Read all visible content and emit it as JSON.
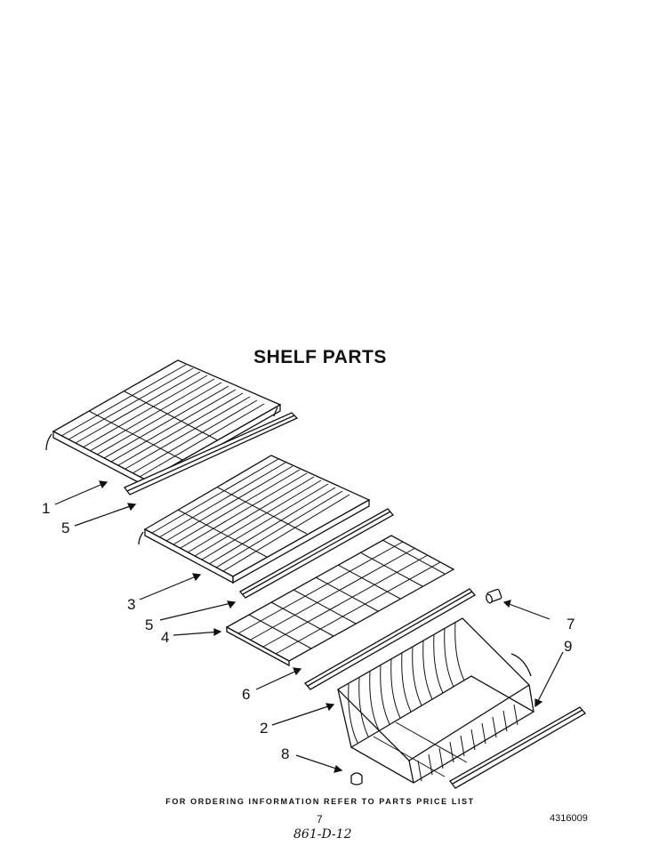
{
  "title": "SHELF PARTS",
  "callouts": [
    {
      "id": "c1a",
      "number": "1"
    },
    {
      "id": "c5a",
      "number": "5"
    },
    {
      "id": "c3",
      "number": "3"
    },
    {
      "id": "c5b",
      "number": "5"
    },
    {
      "id": "c4",
      "number": "4"
    },
    {
      "id": "c6",
      "number": "6"
    },
    {
      "id": "c2",
      "number": "2"
    },
    {
      "id": "c7",
      "number": "7"
    },
    {
      "id": "c9",
      "number": "9"
    },
    {
      "id": "c8",
      "number": "8"
    }
  ],
  "footer": {
    "ordering_note": "FOR ORDERING INFORMATION REFER TO PARTS PRICE LIST",
    "page_number": "7",
    "part_code": "4316009",
    "handwritten_code": "861-D-12"
  }
}
